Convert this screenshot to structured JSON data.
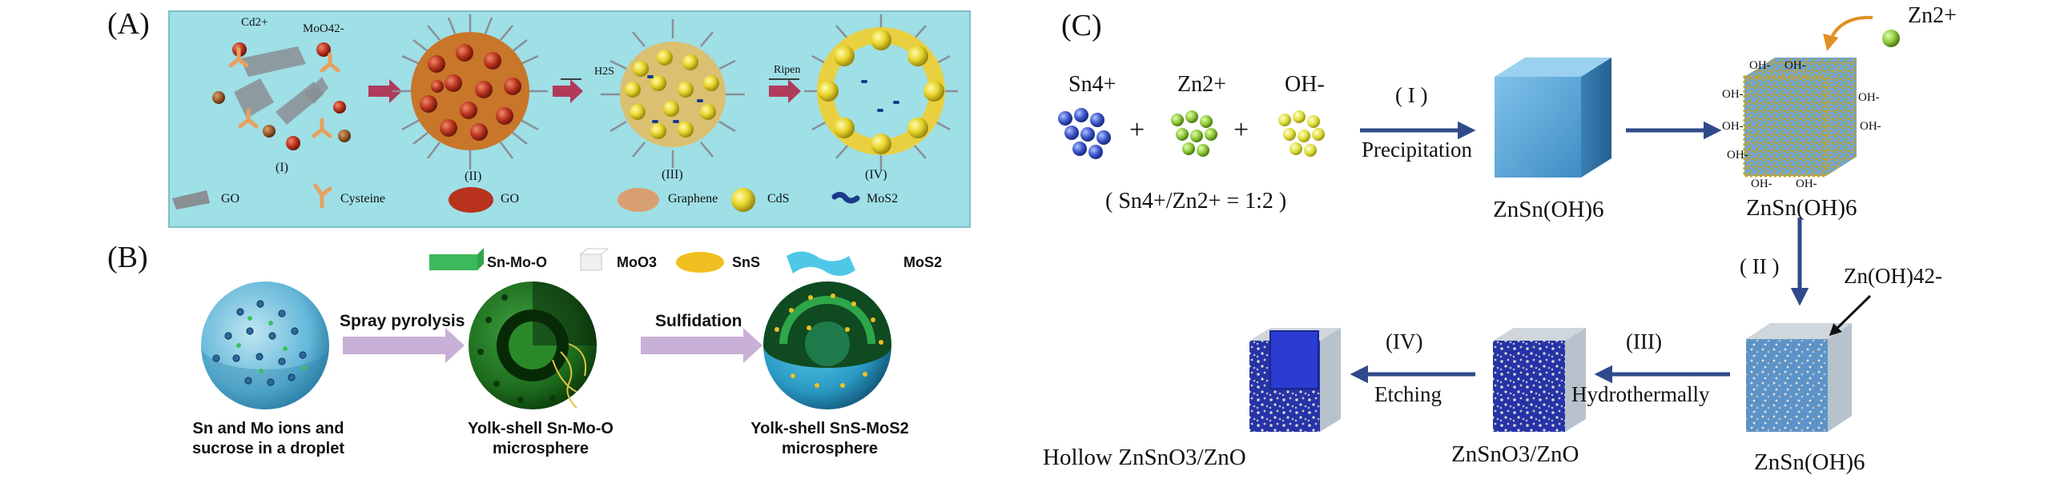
{
  "panelA": {
    "label": "(A)",
    "ions": {
      "cd": "Cd2+",
      "mo": "MoO42-"
    },
    "h2s": "H2S",
    "ripen": "Ripen",
    "stages": [
      "(I)",
      "(II)",
      "(III)",
      "(IV)"
    ],
    "legend": [
      "GO",
      "Cysteine",
      "GO",
      "Graphene",
      "CdS",
      "MoS2"
    ],
    "colors": {
      "bg": "#9fdfe6"
    }
  },
  "panelB": {
    "label": "(B)",
    "legend": [
      "Sn-Mo-O",
      "MoO3",
      "SnS",
      "MoS2"
    ],
    "arrows": [
      "Spray pyrolysis",
      "Sulfidation"
    ],
    "captions": [
      [
        "Sn and Mo ions and",
        "sucrose in a droplet"
      ],
      [
        "Yolk-shell Sn-Mo-O",
        "microsphere"
      ],
      [
        "Yolk-shell SnS-MoS2",
        "microsphere"
      ]
    ]
  },
  "panelC": {
    "label": "(C)",
    "ions": [
      "Sn4+",
      "Zn2+",
      "OH-"
    ],
    "plus": "+",
    "ratio": "( Sn4+/Zn2+ = 1:2 )",
    "step1": {
      "num": "( I )",
      "text": "Precipitation"
    },
    "step2": {
      "num": "( II )"
    },
    "step3": {
      "num": "(III)",
      "text": "Hydrothermally"
    },
    "step4": {
      "num": "(IV)",
      "text": "Etching"
    },
    "zn_top": "Zn2+",
    "oh": "OH-",
    "zn_oh4": "Zn(OH)42-",
    "products": [
      "ZnSn(OH)6",
      "ZnSn(OH)6",
      "ZnSn(OH)6",
      "ZnSnO3/ZnO",
      "Hollow ZnSnO3/ZnO"
    ]
  }
}
